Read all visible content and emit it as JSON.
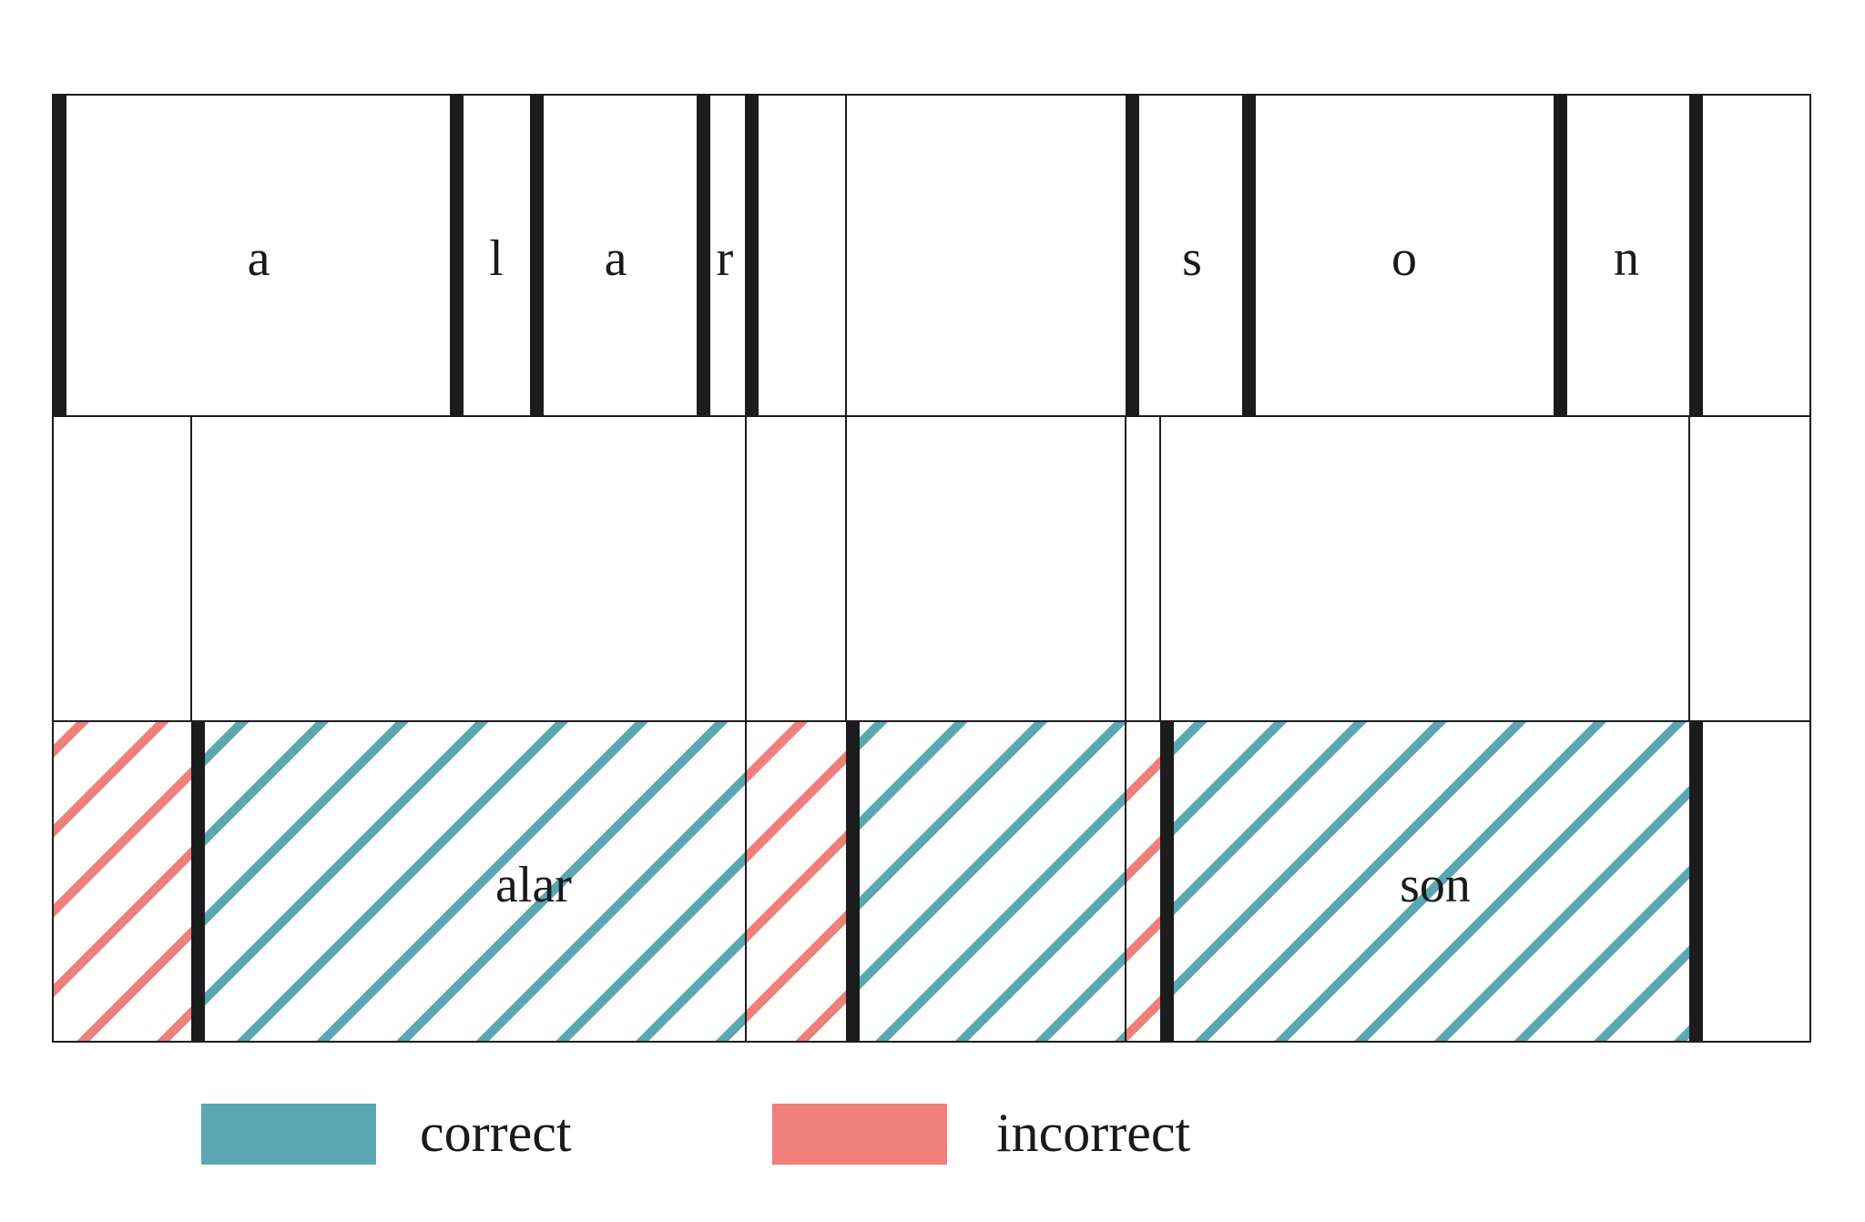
{
  "colors": {
    "correct": "#5AA7B1",
    "incorrect": "#EE7F7A",
    "line": "#1c1c1e",
    "background": "#ffffff"
  },
  "top_row": {
    "letters": [
      "a",
      "l",
      "a",
      "r",
      "",
      "s",
      "o",
      "n"
    ]
  },
  "bottom_row": {
    "segments": [
      {
        "label": "",
        "status": "incorrect"
      },
      {
        "label": "alar",
        "status": "correct"
      },
      {
        "label": "",
        "status": "incorrect"
      },
      {
        "label": "",
        "status": "correct"
      },
      {
        "label": "",
        "status": "incorrect"
      },
      {
        "label": "son",
        "status": "correct"
      }
    ]
  },
  "legend": {
    "correct_label": "correct",
    "incorrect_label": "incorrect"
  }
}
